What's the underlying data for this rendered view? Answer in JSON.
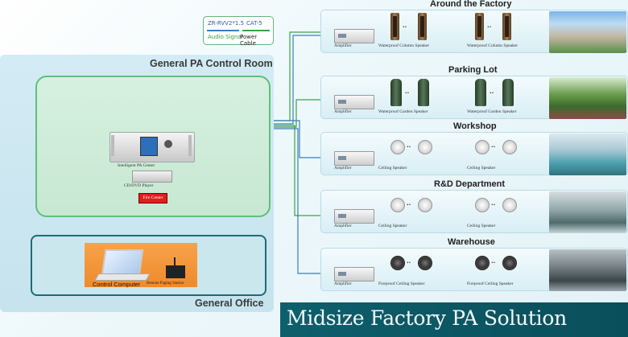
{
  "legend": {
    "cable1": "ZR-RVV2*1.5",
    "cable2": "CAT-5",
    "label1": "Audio Signal",
    "label2": "Power Cable"
  },
  "control_room": {
    "title": "General PA Control Room",
    "pa_center": "Intelligent PA Center",
    "cd_player": "CD/DVD Player",
    "fire_center": "Fire Center"
  },
  "office": {
    "title": "General Office",
    "computer": "Control Computer",
    "paging": "Remote Paging Station"
  },
  "zones": [
    {
      "title": "Around the Factory",
      "amp": "Amplifier",
      "speaker1": "Waterproof Column Speaker",
      "speaker2": "Waterproof Column Speaker",
      "kind": "column"
    },
    {
      "title": "Parking Lot",
      "amp": "Amplifier",
      "speaker1": "Waterproof Garden Speaker",
      "speaker2": "Waterproof Garden Speaker",
      "kind": "garden"
    },
    {
      "title": "Workshop",
      "amp": "Amplifier",
      "speaker1": "Ceiling Speaker",
      "speaker2": "Ceiling Speaker",
      "kind": "ceiling"
    },
    {
      "title": "R&D Department",
      "amp": "Amplifier",
      "speaker1": "Ceiling Speaker",
      "speaker2": "Ceiling Speaker",
      "kind": "ceiling"
    },
    {
      "title": "Warehouse",
      "amp": "Amplifier",
      "speaker1": "Fireproof Ceiling Speaker",
      "speaker2": "Fireproof Ceiling Speaker",
      "kind": "fireproof"
    }
  ],
  "dots": "..",
  "main_title": "Midsize Factory PA Solution",
  "colors": {
    "line_blue": "#3b7fb8",
    "line_green": "#3aa14a",
    "brand_teal": "#0e5f6c"
  }
}
